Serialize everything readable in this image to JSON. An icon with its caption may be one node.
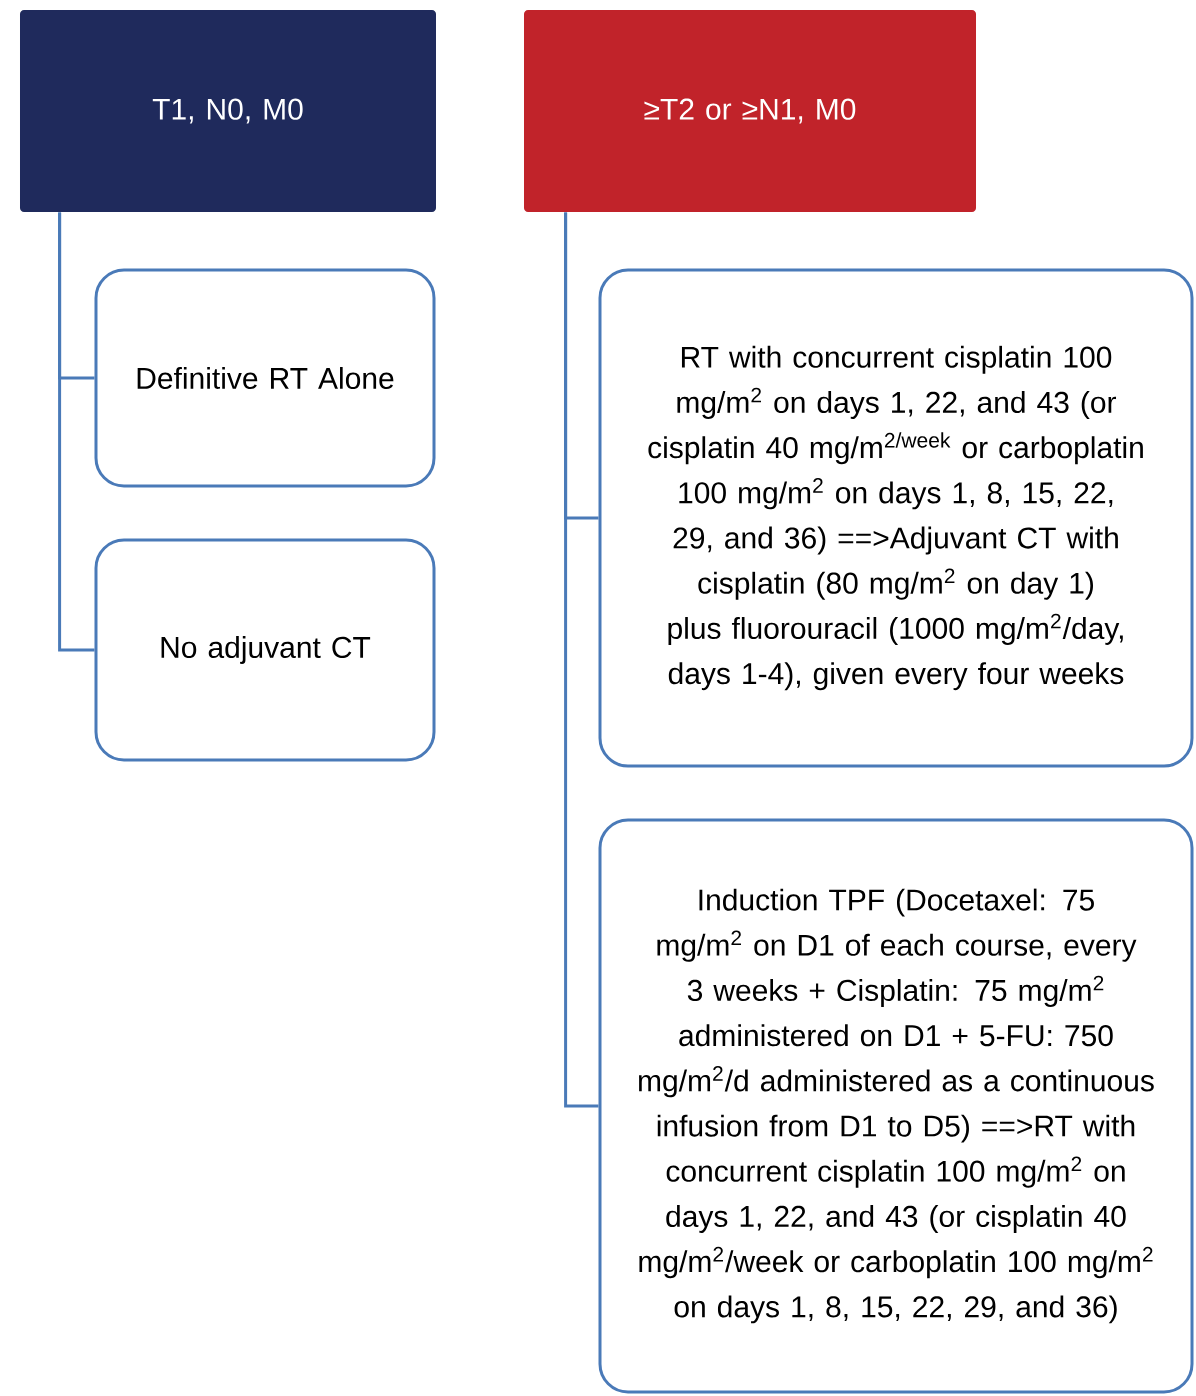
{
  "diagram": {
    "nodes": [
      {
        "text": [
          "T1, N0, M0"
        ]
      },
      {
        "text": [
          "Definitive RT Alone"
        ]
      },
      {
        "text": [
          "No adjuvant CT"
        ]
      },
      {
        "text": [
          "≥T2 or ≥N1, M0"
        ]
      },
      {
        "text": [
          "RT with concurrent cisplatin 100 mg/m$^{2}$ on days 1, 22, and 43 (or cisplatin 40 mg/m$^{2/week}$ or carboplatin 100 mg/m$^{2}$ on days 1, 8, 15, 22, 29, and 36) ==>Adjuvant CT with cisplatin (80 mg/m$^{2}$ on day 1) plus fluorouracil (1000 mg/m$^{2}$/day, days 1-4), given every four weeks"
        ]
      },
      {
        "text": [
          "Induction TPF (Docetaxel: 75 mg/m$^{2}$ on D1 of each course, every 3 weeks + Cisplatin: 75 mg/m$^{2}$ administered on D1 + 5-FU: 750 mg/m$^{2}$/d administered as a continuous infusion from D1 to D5) ==>RT with concurrent cisplatin 100 mg/m$^{2}$ on days 1, 22, and 43 (or cisplatin 40 mg/m$^{2}$/week or carboplatin 100 mg/m$^{2}$ on days 1, 8, 15, 22, 29, and 36)"
        ]
      }
    ],
    "edges": [
      {
        "from": 0,
        "to": 1,
        "arrow": "none"
      },
      {
        "from": 0,
        "to": 2,
        "arrow": "none"
      },
      {
        "from": 3,
        "to": 4,
        "arrow": "none"
      },
      {
        "from": 3,
        "to": 5,
        "arrow": "none"
      }
    ]
  }
}
